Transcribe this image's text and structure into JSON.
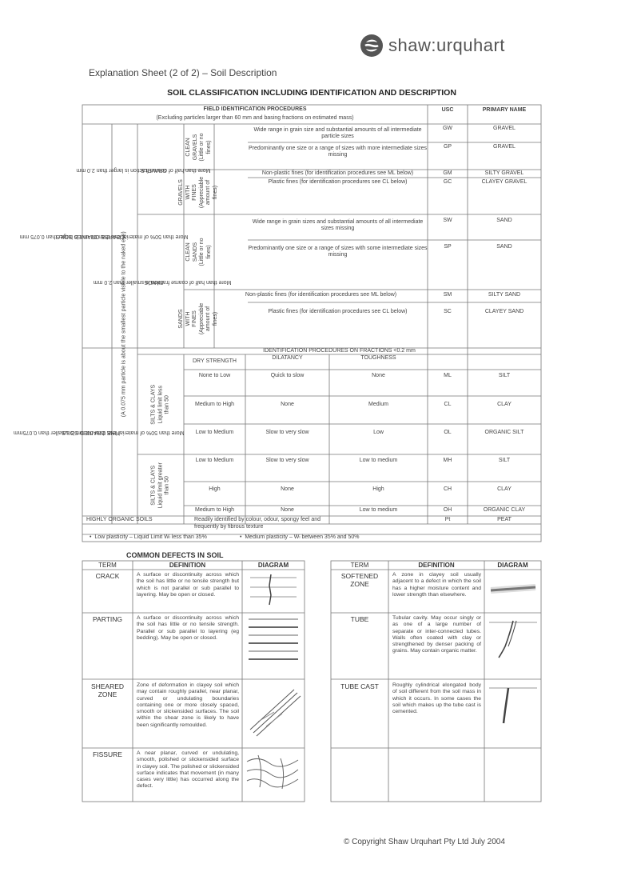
{
  "brand": {
    "name": "shaw:urquhart"
  },
  "header": {
    "sheet_title": "Explanation Sheet (2 of 2) – Soil Description",
    "main_title": "SOIL CLASSIFICATION INCLUDING IDENTIFICATION AND DESCRIPTION"
  },
  "table": {
    "field_id_title": "FIELD IDENTIFICATION PROCEDURES",
    "field_id_sub": "(Excluding particles larger than 60 mm and basing fractions on estimated mass)",
    "usc_header": "USC",
    "primary_header": "PRIMARY NAME",
    "coarse_label": "COARSE GRAINED SOILS",
    "coarse_sub": "More than 50% of material less than 63 mm is larger than 0.075 mm",
    "particle_note": "(A 0.075 mm particle is about the smallest particle visible to the naked eye)",
    "gravels_label": "GRAVELS",
    "gravels_sub": "More than half of coarse fraction is larger than 2.0 mm",
    "clean_gravels": "CLEAN GRAVELS (Little or no fines)",
    "gravels_fines": "GRAVELS WITH FINES (Appreciable amount of fines)",
    "sands_label": "SANDS",
    "sands_sub": "More than half of coarse fraction is smaller than 2.0 mm",
    "clean_sands": "CLEAN SANDS (Little or no fines)",
    "sands_fines": "SANDS WITH FINES (Appreciable amount of fines)",
    "coarse_rows": [
      {
        "desc": "Wide range in grain size and substantial amounts of all intermediate particle sizes",
        "usc": "GW",
        "name": "GRAVEL"
      },
      {
        "desc": "Predominantly one size or a range of sizes with more intermediate sizes missing",
        "usc": "GP",
        "name": "GRAVEL"
      },
      {
        "desc": "Non-plastic fines (for identification procedures see ML below)",
        "usc": "GM",
        "name": "SILTY GRAVEL"
      },
      {
        "desc": "Plastic fines (for identification procedures see CL below)",
        "usc": "GC",
        "name": "CLAYEY GRAVEL"
      },
      {
        "desc": "Wide range in grain sizes and substantial amounts of all intermediate sizes missing",
        "usc": "SW",
        "name": "SAND"
      },
      {
        "desc": "Predominantly one size or a range of sizes with some intermediate sizes missing",
        "usc": "SP",
        "name": "SAND"
      },
      {
        "desc": "Non-plastic fines (for identification procedures see ML below)",
        "usc": "SM",
        "name": "SILTY SAND"
      },
      {
        "desc": "Plastic fines (for identification procedures see CL below)",
        "usc": "SC",
        "name": "CLAYEY SAND"
      }
    ],
    "fractions_header": "IDENTIFICATION PROCEDURES ON FRACTIONS <0.2 mm",
    "dry_strength": "DRY STRENGTH",
    "dilatancy": "DILATANCY",
    "toughness": "TOUGHNESS",
    "fine_label": "FINE GRAINED SOILS",
    "fine_sub": "More than 50% of material less than 63 mm is smaller than 0.075mm",
    "silts_low": "SILTS & CLAYS Liquid limit less than 50",
    "silts_high": "SILTS & CLAYS Liquid limit greater than 50",
    "fine_rows": [
      {
        "dry": "None to Low",
        "dil": "Quick to slow",
        "tough": "None",
        "usc": "ML",
        "name": "SILT"
      },
      {
        "dry": "Medium to High",
        "dil": "None",
        "tough": "Medium",
        "usc": "CL",
        "name": "CLAY"
      },
      {
        "dry": "Low to Medium",
        "dil": "Slow to very slow",
        "tough": "Low",
        "usc": "OL",
        "name": "ORGANIC SILT"
      },
      {
        "dry": "Low to Medium",
        "dil": "Slow to very slow",
        "tough": "Low to medium",
        "usc": "MH",
        "name": "SILT"
      },
      {
        "dry": "High",
        "dil": "None",
        "tough": "High",
        "usc": "CH",
        "name": "CLAY"
      },
      {
        "dry": "Medium to High",
        "dil": "None",
        "tough": "Low to medium",
        "usc": "OH",
        "name": "ORGANIC CLAY"
      }
    ],
    "organic_label": "HIGHLY ORGANIC SOILS",
    "organic_desc": "Readily identified by colour, odour, spongy feel and frequently by fibrous texture",
    "organic_usc": "Pt",
    "organic_name": "PEAT",
    "note_low": "Low plasticity – Liquid Limit Wₗ less than 35%",
    "note_medium": "Medium plasticity – Wₗ between 35% and 50%"
  },
  "defects": {
    "title": "COMMON DEFECTS IN SOIL",
    "col_term": "TERM",
    "col_def": "DEFINITION",
    "col_diag": "DIAGRAM",
    "left": [
      {
        "term": "CRACK",
        "def": "A surface or discontinuity across which the soil has little or no tensile strength but which is not parallel or sub parallel to layering. May be open or closed."
      },
      {
        "term": "PARTING",
        "def": "A surface or discontinuity across which the soil has little or no tensile strength. Parallel or sub parallel to layering (eg bedding). May be open or closed."
      },
      {
        "term": "SHEARED ZONE",
        "def": "Zone of deformation in clayey soil which may contain roughly parallel, near planar, curved or undulating boundaries containing one or more closely spaced, smooth or slickensided surfaces. The soil within the shear zone is likely to have been significantly remoulded."
      },
      {
        "term": "FISSURE",
        "def": "A near planar, curved or undulating, smooth, polished or slickensided surface in clayey soil. The polished or slickensided surface indicates that movement (in many cases very little) has occurred along the defect."
      }
    ],
    "right": [
      {
        "term": "SOFTENED ZONE",
        "def": "A zone in clayey soil usually adjacent to a defect in which the soil has a higher moisture content and lower strength than elsewhere."
      },
      {
        "term": "TUBE",
        "def": "Tubular cavity. May occur singly or as one of a large number of separate or inter-connected tubes. Walls often coated with clay or strengthened by denser packing of grains. May contain organic matter."
      },
      {
        "term": "TUBE CAST",
        "def": "Roughly cylindrical elongated body of soil different from the soil mass in which it occurs. In some cases the soil which makes up the tube cast is cemented."
      }
    ]
  },
  "footer": {
    "copyright": "© Copyright Shaw Urquhart Pty Ltd July 2004"
  }
}
